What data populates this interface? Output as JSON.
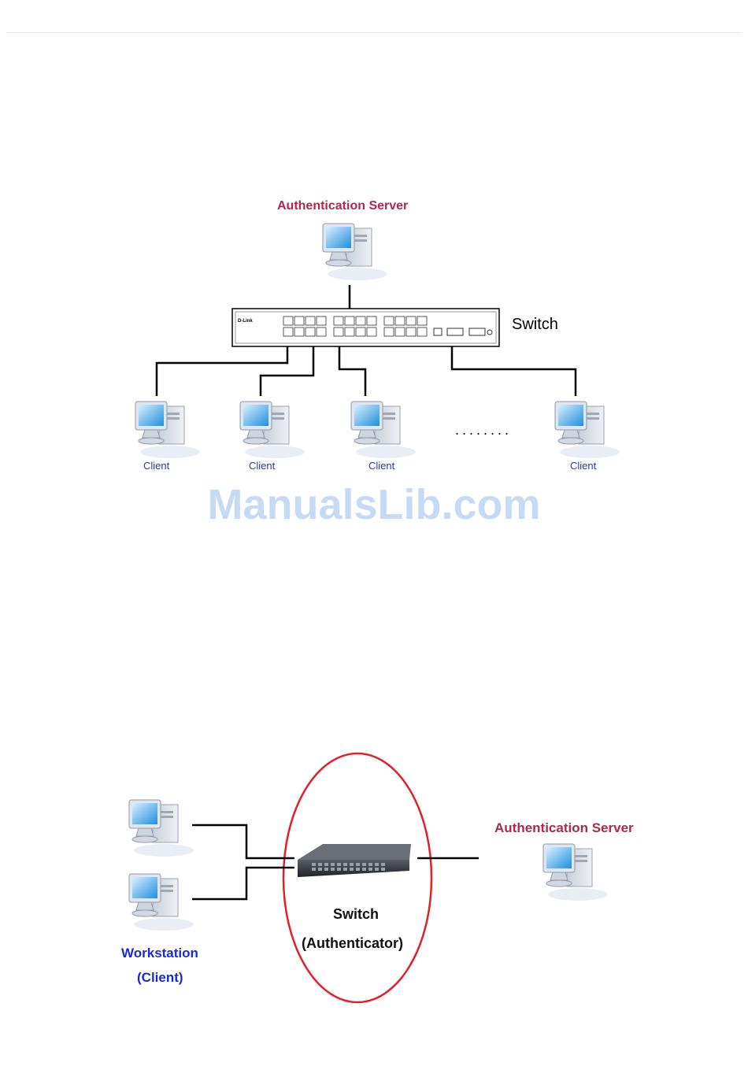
{
  "watermark": "ManualsLib.com",
  "diagram1": {
    "server_label": "Authentication Server",
    "switch_label": "Switch",
    "switch_brand": "D-Link",
    "client_labels": [
      "Client",
      "Client",
      "Client",
      "Client"
    ],
    "ellipsis": "........"
  },
  "diagram2": {
    "switch_label": "Switch",
    "switch_role": "(Authenticator)",
    "server_label": "Authentication Server",
    "workstation_label": "Workstation",
    "workstation_role": "(Client)",
    "highlight_color": "#e0202c"
  },
  "icons": {
    "computer": "computer-icon",
    "switch": "network-switch-icon"
  }
}
